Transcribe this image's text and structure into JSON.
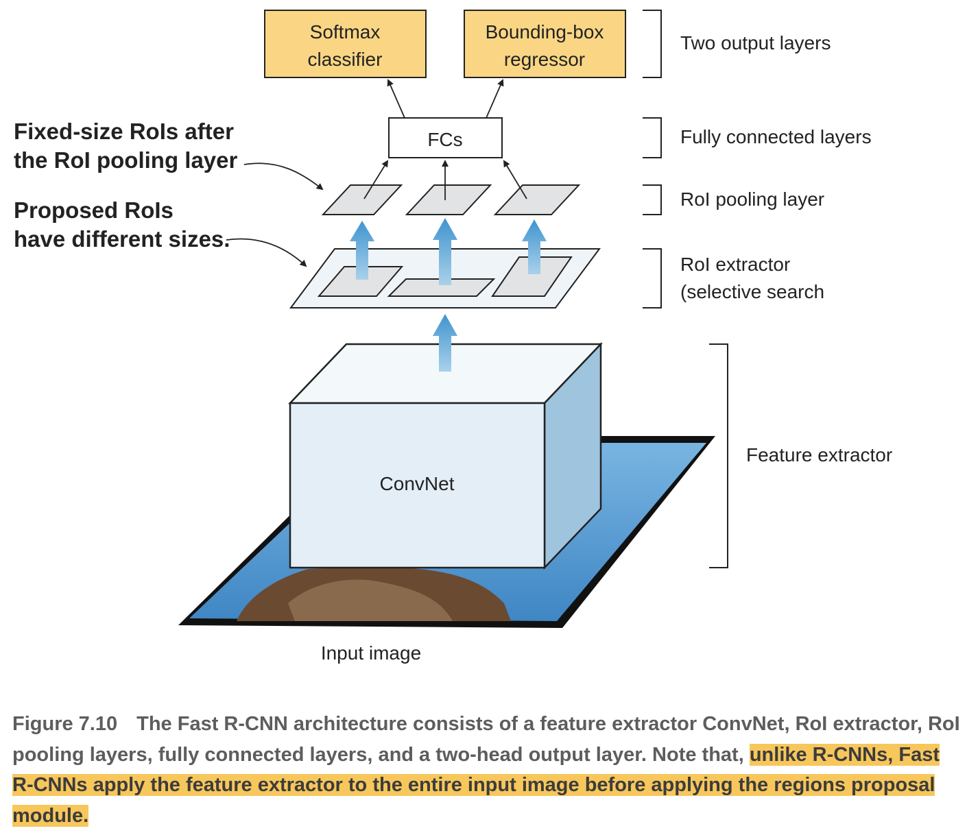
{
  "diagram": {
    "output_layers": {
      "softmax": [
        "Softmax",
        "classifier"
      ],
      "bbox": [
        "Bounding-box",
        "regressor"
      ]
    },
    "fcs_label": "FCs",
    "convnet_label": "ConvNet",
    "input_label": "Input image",
    "side_labels": {
      "two_output": "Two output layers",
      "fully_connected": "Fully connected layers",
      "roi_pooling": "RoI pooling layer",
      "roi_extractor": [
        "RoI extractor",
        "(selective search"
      ],
      "feature_extractor": "Feature extractor"
    },
    "annotations": {
      "fixed_size": [
        "Fixed-size RoIs after",
        "the RoI pooling layer"
      ],
      "proposed": [
        "Proposed RoIs",
        "have different sizes."
      ]
    },
    "colors": {
      "output_box": "#fad684",
      "roi_panel": "#eff4f8",
      "roi_tile": "#e2e3e4",
      "cube_front": "#e3eef6",
      "cube_top": "#f3f8fb",
      "cube_side": "#9ec4de",
      "input_image": "#5b9ed6",
      "flow_arrow": "#5aa6d6",
      "highlight": "#f7c75c"
    }
  },
  "caption": {
    "figure_number": "Figure 7.10",
    "text_plain": "The Fast R-CNN architecture consists of a feature extractor ConvNet, RoI extractor, RoI pooling layers, fully connected layers, and a two-head output layer. Note that,",
    "text_highlight": "unlike R-CNNs, Fast R-CNNs apply the feature extractor to the entire input image before applying the regions proposal module."
  }
}
